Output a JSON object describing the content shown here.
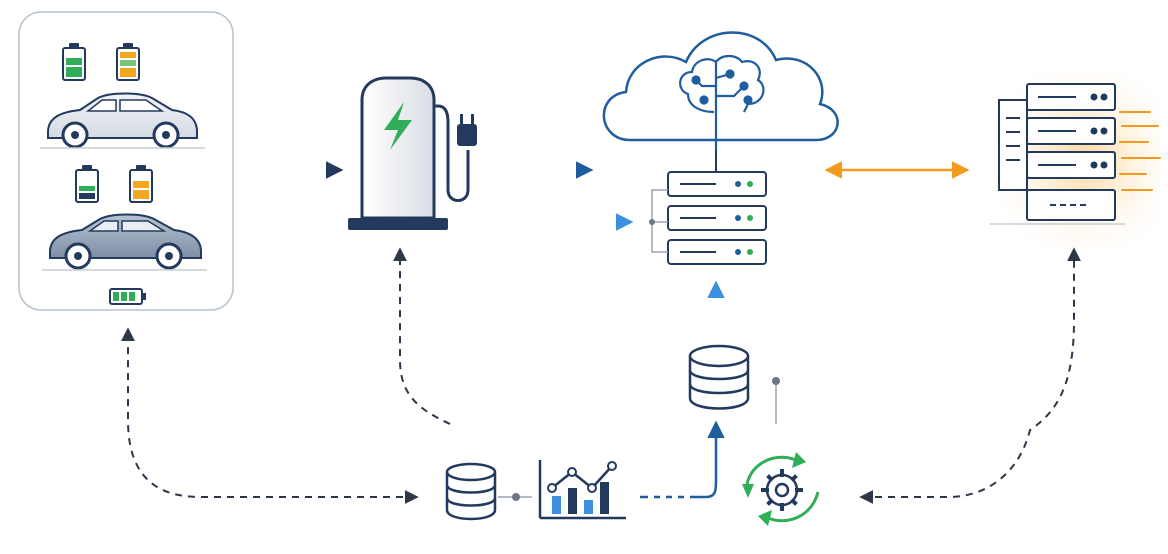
{
  "diagram": {
    "colors": {
      "navy": "#233a5e",
      "blue": "#1f5d9e",
      "light_blue": "#3d8fe0",
      "orange": "#f39a1d",
      "green": "#2fae57",
      "amber": "#f5a623",
      "gray": "#9aa4b2",
      "card_border": "#b9c3cf",
      "dash": "#2e3748"
    },
    "nodes": [
      {
        "id": "ev-fleet",
        "icon": "car-icon",
        "extra_icons": [
          "battery-icon"
        ]
      },
      {
        "id": "charging-station",
        "icon": "charger-icon",
        "extra_icons": [
          "plug-icon",
          "bolt-icon"
        ]
      },
      {
        "id": "cloud-ai",
        "icon": "cloud-icon",
        "extra_icons": [
          "brain-circuit-icon"
        ]
      },
      {
        "id": "cloud-server",
        "icon": "server-icon"
      },
      {
        "id": "grid-data-center",
        "icon": "server-rack-icon"
      },
      {
        "id": "local-database",
        "icon": "database-icon"
      },
      {
        "id": "central-database",
        "icon": "database-icon"
      },
      {
        "id": "analytics",
        "icon": "bar-chart-icon"
      },
      {
        "id": "optimization",
        "icon": "gear-cycle-icon"
      }
    ],
    "edges": [
      {
        "from": "ev-fleet",
        "to": "charging-station",
        "style": "solid",
        "color": "navy"
      },
      {
        "from": "charging-station",
        "to": "cloud-server",
        "style": "solid",
        "color": "blue"
      },
      {
        "from": "external",
        "to": "cloud-server",
        "style": "solid",
        "color": "light_blue"
      },
      {
        "from": "cloud-server",
        "to": "grid-data-center",
        "style": "solid",
        "color": "orange",
        "bidirectional": true
      },
      {
        "from": "central-database",
        "to": "cloud-server",
        "style": "solid",
        "color": "light_blue"
      },
      {
        "from": "analytics",
        "to": "central-database",
        "style": "solid",
        "color": "blue"
      },
      {
        "from": "central-database",
        "to": "analytics",
        "style": "dashed",
        "color": "dash"
      },
      {
        "from": "local-database",
        "to": "ev-fleet",
        "style": "dashed",
        "color": "dash",
        "bidirectional": true
      },
      {
        "from": "local-database",
        "to": "charging-station",
        "style": "dashed",
        "color": "dash"
      },
      {
        "from": "grid-data-center",
        "to": "optimization",
        "style": "dashed",
        "color": "dash",
        "bidirectional": true
      }
    ]
  }
}
